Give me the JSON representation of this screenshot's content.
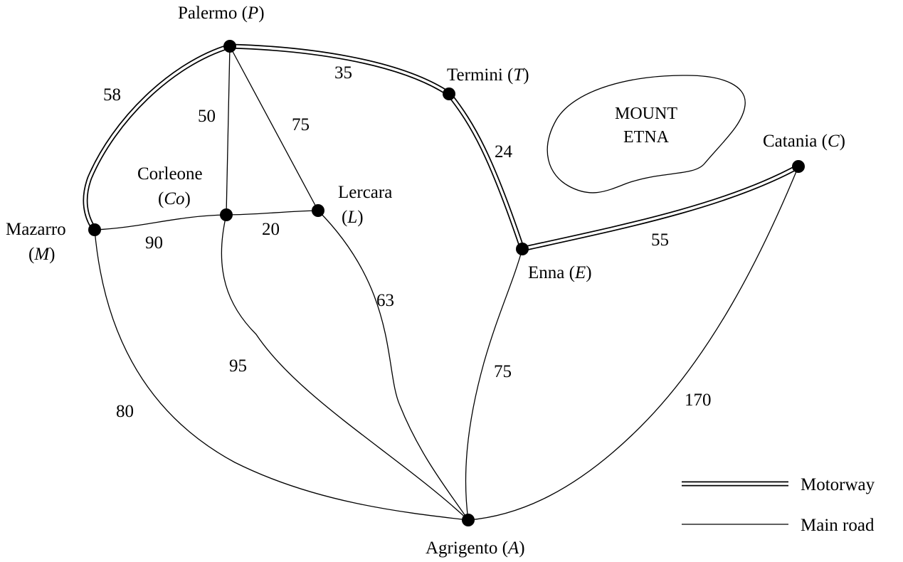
{
  "towns": {
    "palermo": {
      "name": "Palermo",
      "abbr": "P"
    },
    "termini": {
      "name": "Termini",
      "abbr": "T"
    },
    "catania": {
      "name": "Catania",
      "abbr": "C"
    },
    "corleone": {
      "name": "Corleone",
      "abbr": "Co"
    },
    "lercara": {
      "name": "Lercara",
      "abbr": "L"
    },
    "mazarro": {
      "name": "Mazarro",
      "abbr": "M"
    },
    "enna": {
      "name": "Enna",
      "abbr": "E"
    },
    "agrigento": {
      "name": "Agrigento",
      "abbr": "A"
    }
  },
  "landmark": {
    "line1": "MOUNT",
    "line2": "ETNA"
  },
  "roads": [
    {
      "from": "P",
      "to": "T",
      "type": "Motorway",
      "distance": "35"
    },
    {
      "from": "P",
      "to": "M",
      "type": "Motorway",
      "distance": "58"
    },
    {
      "from": "T",
      "to": "E",
      "type": "Motorway",
      "distance": "24"
    },
    {
      "from": "E",
      "to": "C",
      "type": "Motorway",
      "distance": "55"
    },
    {
      "from": "P",
      "to": "Co",
      "type": "Main road",
      "distance": "50"
    },
    {
      "from": "P",
      "to": "L",
      "type": "Main road",
      "distance": "75"
    },
    {
      "from": "M",
      "to": "Co",
      "type": "Main road",
      "distance": "90"
    },
    {
      "from": "Co",
      "to": "L",
      "type": "Main road",
      "distance": "20"
    },
    {
      "from": "L",
      "to": "A",
      "type": "Main road",
      "distance": "63"
    },
    {
      "from": "Co",
      "to": "A",
      "type": "Main road",
      "distance": "95"
    },
    {
      "from": "M",
      "to": "A",
      "type": "Main road",
      "distance": "80"
    },
    {
      "from": "E",
      "to": "A",
      "type": "Main road",
      "distance": "75"
    },
    {
      "from": "C",
      "to": "A",
      "type": "Main road",
      "distance": "170"
    }
  ],
  "legend": {
    "motorway": "Motorway",
    "main_road": "Main road"
  }
}
